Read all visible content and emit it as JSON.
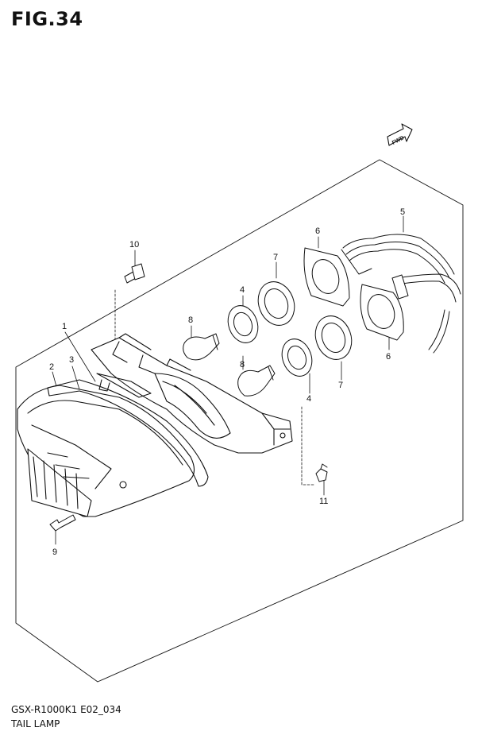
{
  "figure_title": "FIG.34",
  "fwd_label": "FWD",
  "parts": [
    {
      "num": "1"
    },
    {
      "num": "2"
    },
    {
      "num": "3"
    },
    {
      "num": "4"
    },
    {
      "num": "4"
    },
    {
      "num": "5"
    },
    {
      "num": "6"
    },
    {
      "num": "6"
    },
    {
      "num": "7"
    },
    {
      "num": "7"
    },
    {
      "num": "8"
    },
    {
      "num": "8"
    },
    {
      "num": "9"
    },
    {
      "num": "10"
    },
    {
      "num": "11"
    }
  ],
  "model_code": "GSX-R1000K1 E02_034",
  "caption": "TAIL LAMP"
}
